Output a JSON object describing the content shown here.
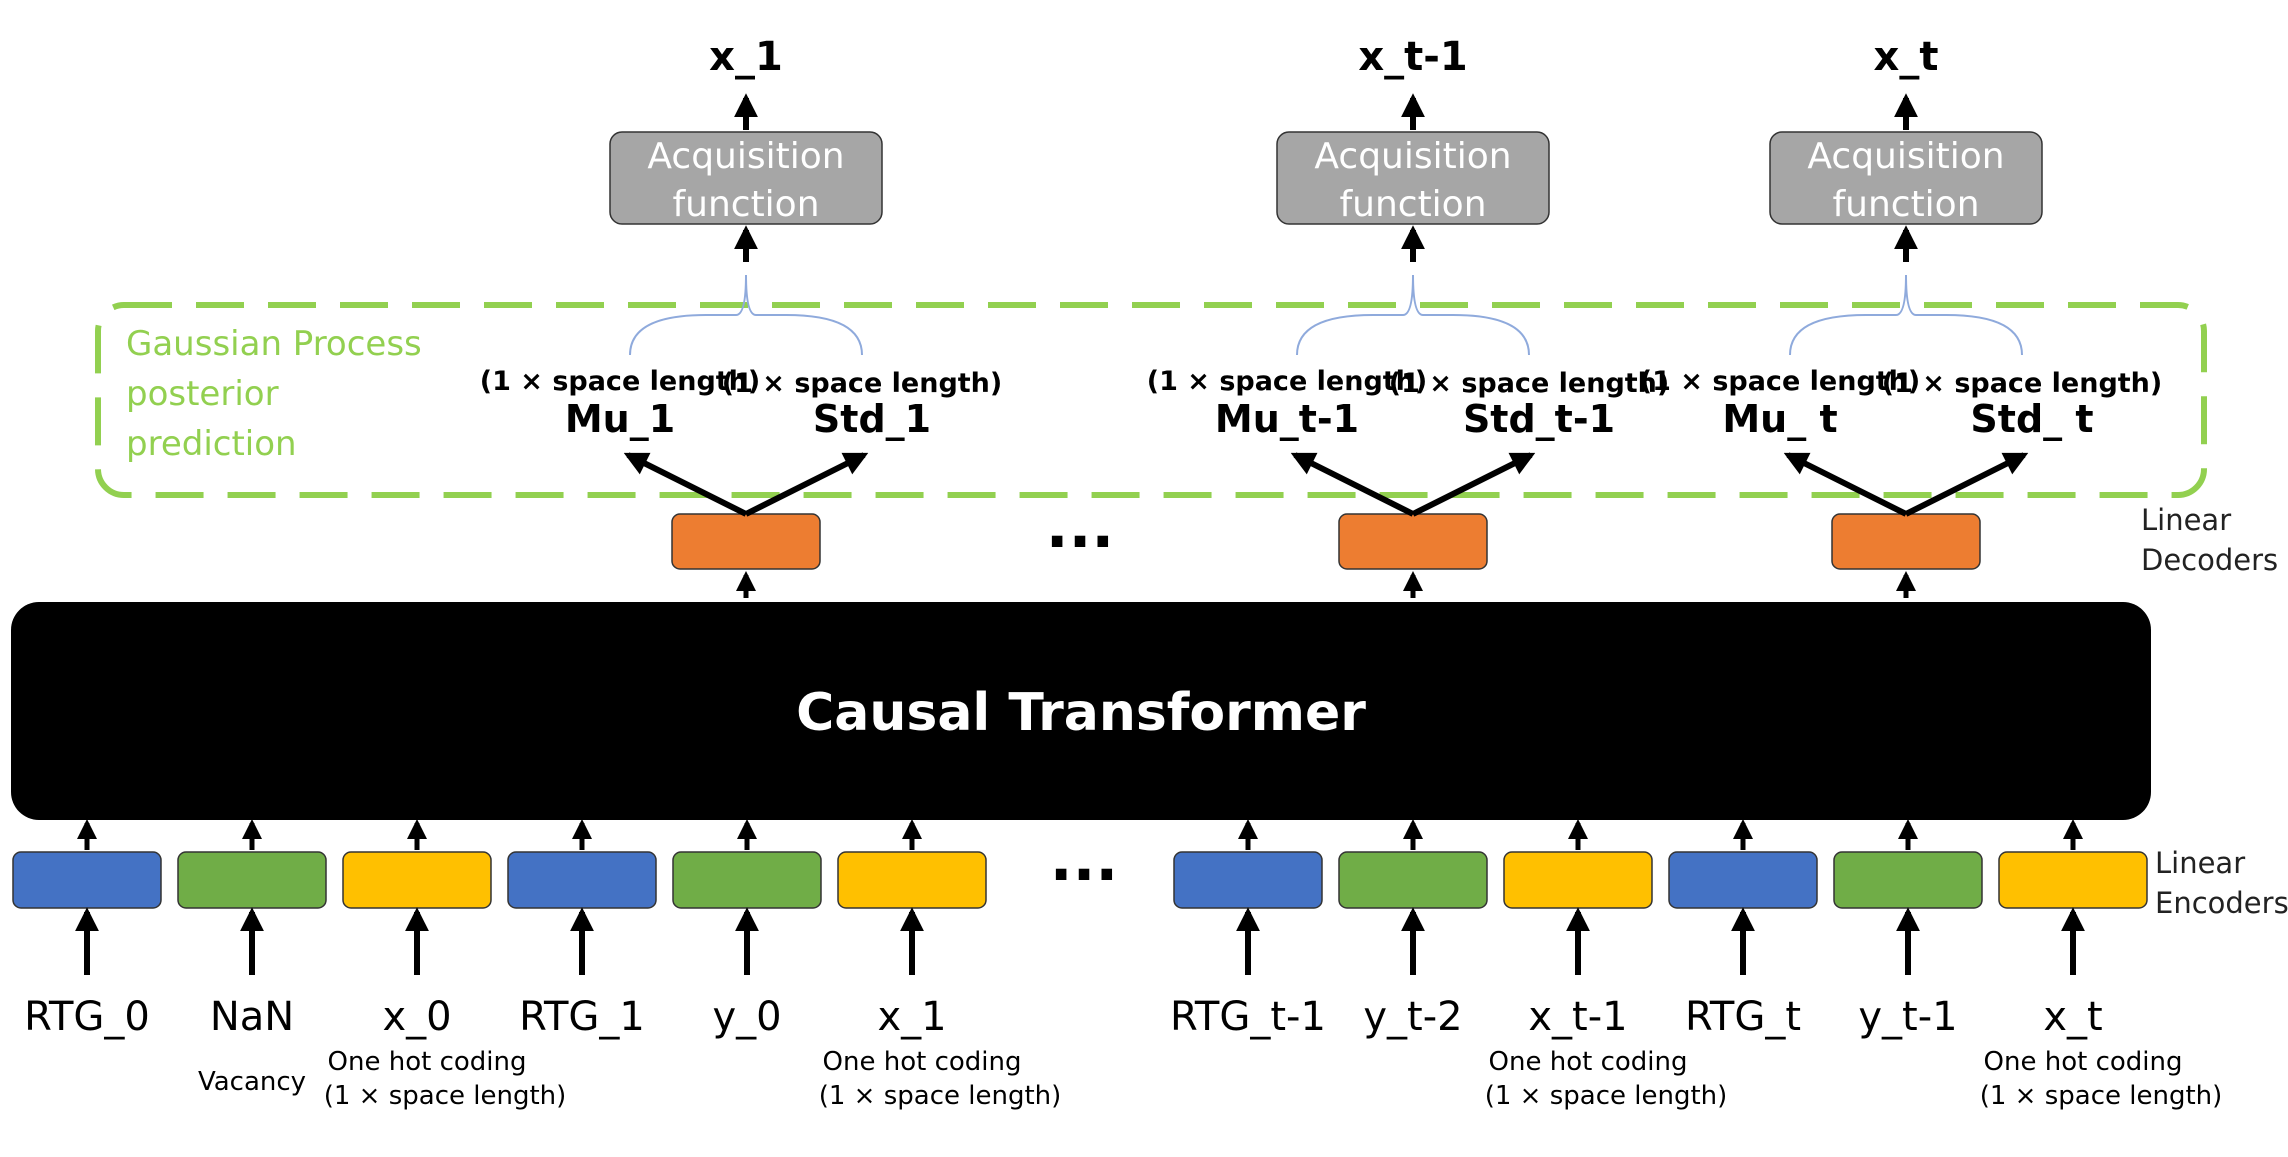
{
  "transformer": {
    "label": "Causal Transformer"
  },
  "gp_region": {
    "label_lines": [
      "Gaussian Process",
      "posterior",
      "prediction"
    ]
  },
  "side_labels": {
    "decoders": [
      "Linear",
      "Decoders"
    ],
    "encoders": [
      "Linear",
      "Encoders"
    ]
  },
  "ellipsis": "···",
  "outputs": [
    {
      "x_label": "x_1",
      "acq_lines": [
        "Acquisition",
        "function"
      ],
      "mu_label": "Mu_1",
      "std_label": "Std_1",
      "mu_dim": "(1 × space length)",
      "std_dim": "(1 × space length)"
    },
    {
      "x_label": "x_t-1",
      "acq_lines": [
        "Acquisition",
        "function"
      ],
      "mu_label": "Mu_t-1",
      "std_label": "Std_t-1",
      "mu_dim": "(1 × space length)",
      "std_dim": "(1 × space length)"
    },
    {
      "x_label": "x_t",
      "acq_lines": [
        "Acquisition",
        "function"
      ],
      "mu_label": "Mu_ t",
      "std_label": "Std_ t",
      "mu_dim": "(1 × space length)",
      "std_dim": "(1 × space length)"
    }
  ],
  "tokens": [
    {
      "label": "RTG_0",
      "kind": "rtg",
      "note": []
    },
    {
      "label": "NaN",
      "kind": "y",
      "note": [
        "Vacancy"
      ]
    },
    {
      "label": "x_0",
      "kind": "x",
      "note": [
        "One hot coding",
        "(1 × space length)"
      ]
    },
    {
      "label": "RTG_1",
      "kind": "rtg",
      "note": []
    },
    {
      "label": "y_0",
      "kind": "y",
      "note": []
    },
    {
      "label": "x_1",
      "kind": "x",
      "note": [
        "One hot coding",
        "(1 × space length)"
      ]
    },
    {
      "label": "RTG_t-1",
      "kind": "rtg",
      "note": []
    },
    {
      "label": "y_t-2",
      "kind": "y",
      "note": []
    },
    {
      "label": "x_t-1",
      "kind": "x",
      "note": [
        "One hot coding",
        "(1 × space length)"
      ]
    },
    {
      "label": "RTG_t",
      "kind": "rtg",
      "note": []
    },
    {
      "label": "y_t-1",
      "kind": "y",
      "note": []
    },
    {
      "label": "x_t",
      "kind": "x",
      "note": [
        "One hot coding",
        "(1 × space length)"
      ]
    }
  ],
  "colors": {
    "rtg": "#4472C4",
    "y": "#70AD47",
    "x": "#FFC000",
    "decoder": "#ED7D31",
    "acq": "#A6A6A6",
    "gp": "#92D050",
    "brace": "#8FAADC",
    "transformer": "#000000"
  }
}
